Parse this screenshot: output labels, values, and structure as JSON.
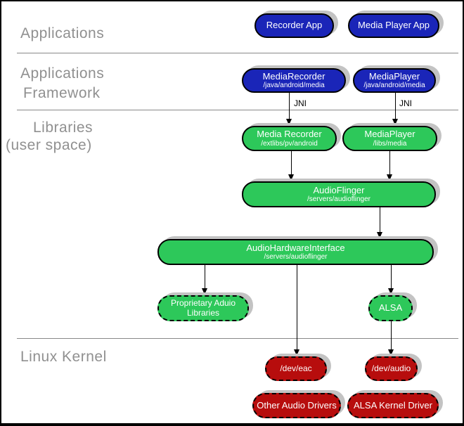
{
  "layers": {
    "applications": {
      "label": "Applications"
    },
    "framework": {
      "label_line1": "Applications",
      "label_line2": "Framework"
    },
    "libraries": {
      "label_line1": "Libraries",
      "label_line2": "(user space)"
    },
    "kernel": {
      "label": "Linux Kernel"
    }
  },
  "nodes": {
    "recorder_app": {
      "title": "Recorder App"
    },
    "media_player_app": {
      "title": "Media Player App"
    },
    "media_recorder_fw": {
      "title": "MediaRecorder",
      "subtitle": "/java/android/media"
    },
    "media_player_fw": {
      "title": "MediaPlayer",
      "subtitle": "/java/android/media"
    },
    "media_recorder_lib": {
      "title": "Media Recorder",
      "subtitle": "/extlibs/pv/android"
    },
    "media_player_lib": {
      "title": "MediaPlayer",
      "subtitle": "/libs/media"
    },
    "audioflinger": {
      "title": "AudioFlinger",
      "subtitle": "/servers/audioflinger"
    },
    "audio_hardware_interface": {
      "title": "AudioHardwareInterface",
      "subtitle": "/servers/audioflinger"
    },
    "proprietary_audio_libs": {
      "title": "Proprietary Aduio Libraries"
    },
    "alsa": {
      "title": "ALSA"
    },
    "dev_eac": {
      "title": "/dev/eac"
    },
    "dev_audio": {
      "title": "/dev/audio"
    },
    "other_audio_drivers": {
      "title": "Other Audio Drivers"
    },
    "alsa_kernel_driver": {
      "title": "ALSA Kernel Driver"
    }
  },
  "edges": {
    "jni_label_left": "JNI",
    "jni_label_right": "JNI"
  },
  "colors": {
    "app_blue": "#1a25b8",
    "lib_green": "#2dc85a",
    "kernel_red": "#b70d0d",
    "shadow_gray": "#c3c3c3",
    "label_gray": "#909090",
    "divider_gray": "#888888"
  }
}
